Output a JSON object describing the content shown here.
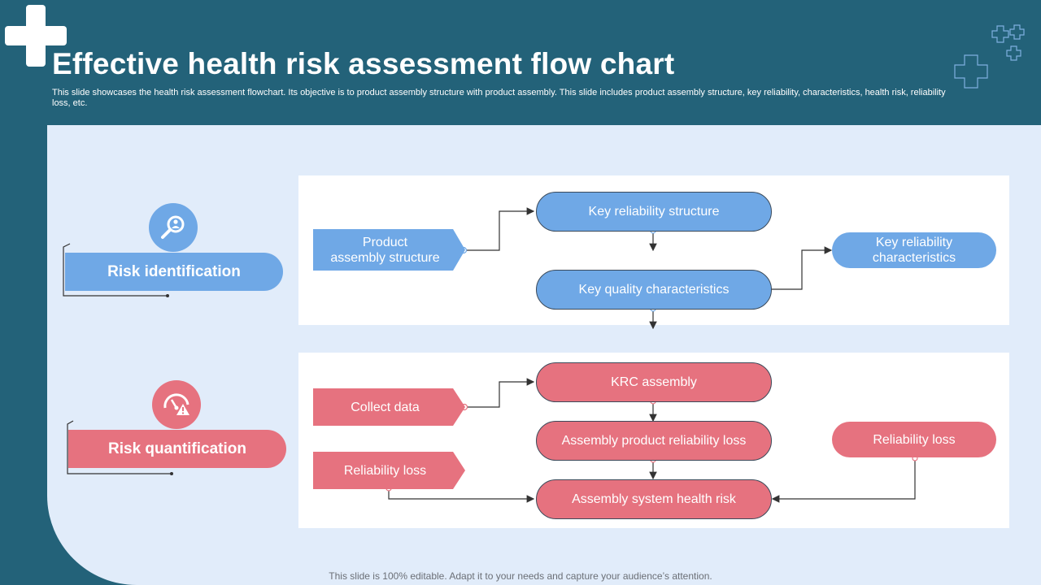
{
  "header": {
    "title": "Effective health risk assessment flow chart",
    "subtitle": "This slide showcases the health risk assessment flowchart. Its objective is to product assembly structure with product assembly. This slide includes product assembly structure, key reliability, characteristics, health risk, reliability loss, etc."
  },
  "sections": {
    "identification": {
      "label": "Risk identification",
      "icon": "magnifier-person-icon",
      "color": "#6fa8e6"
    },
    "quantification": {
      "label": "Risk quantification",
      "icon": "gauge-warning-icon",
      "color": "#e6727f"
    }
  },
  "flow_identification": {
    "product_assembly": "Product\nassembly structure",
    "key_reliability_structure": "Key reliability structure",
    "key_quality": "Key quality characteristics",
    "key_reliability_characteristics": "Key reliability\ncharacteristics"
  },
  "flow_quantification": {
    "collect_data": "Collect data",
    "reliability_loss_left": "Reliability loss",
    "krc_assembly": "KRC assembly",
    "assembly_product_reliability_loss": "Assembly product reliability loss",
    "assembly_system_health_risk": "Assembly system health risk",
    "reliability_loss_right": "Reliability loss"
  },
  "footer": "This slide is 100% editable. Adapt it to your needs and capture your audience’s attention.",
  "colors": {
    "background": "#236279",
    "panel": "#e1ecfa",
    "blue": "#6fa8e6",
    "red": "#e6727f"
  }
}
